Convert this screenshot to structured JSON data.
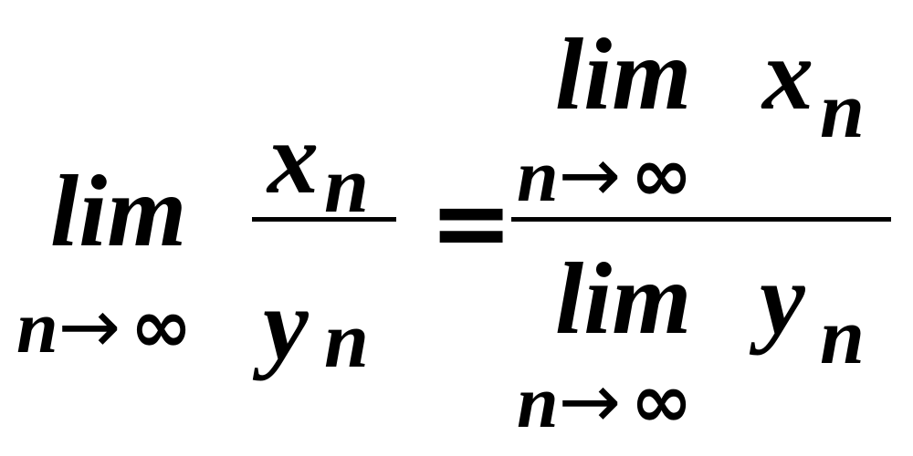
{
  "formula": {
    "left": {
      "operator": "lim",
      "limit_var": "n",
      "limit_arrow": "→",
      "limit_target": "∞",
      "numerator": {
        "base": "x",
        "sub": "n"
      },
      "denominator": {
        "base": "y",
        "sub": "n"
      }
    },
    "equals": "=",
    "right": {
      "numerator": {
        "operator": "lim",
        "limit_var": "n",
        "limit_arrow": "→",
        "limit_target": "∞",
        "base": "x",
        "sub": "n"
      },
      "denominator": {
        "operator": "lim",
        "limit_var": "n",
        "limit_arrow": "→",
        "limit_target": "∞",
        "base": "y",
        "sub": "n"
      }
    }
  },
  "colors": {
    "text": "#000000",
    "background": "#ffffff"
  }
}
